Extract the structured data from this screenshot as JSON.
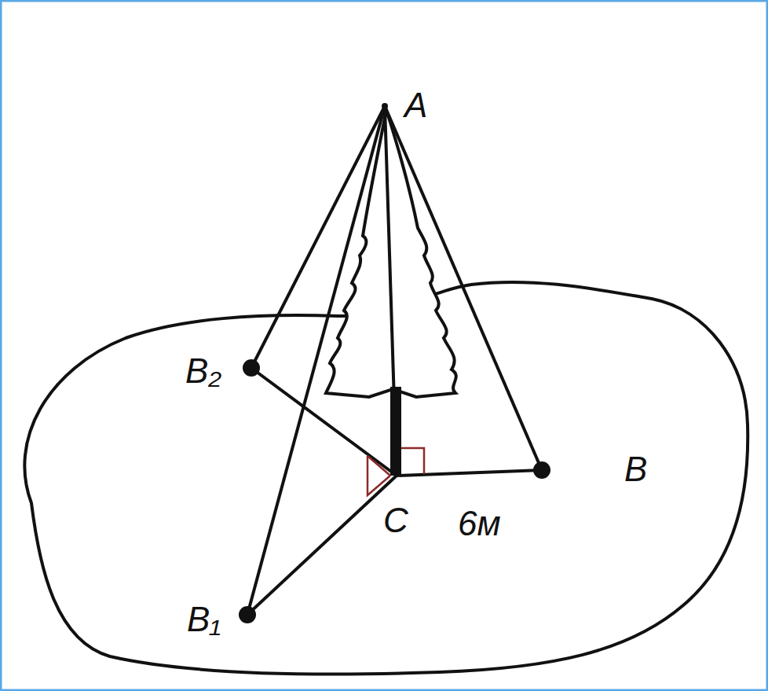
{
  "diagram": {
    "labels": [
      "A",
      "B₂",
      "B₁",
      "C",
      "6м",
      "B"
    ]
  }
}
